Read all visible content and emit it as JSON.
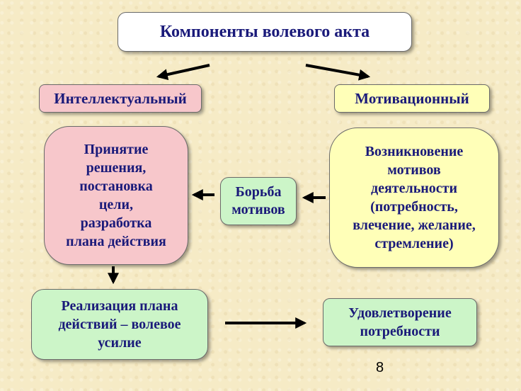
{
  "title": "Компоненты волевого акта",
  "branches": {
    "intellectual": "Интеллектуальный",
    "motivational": "Мотивационный"
  },
  "nodes": {
    "decision": "Принятие\nрешения,\nпостановка\nцели,\nразработка\nплана действия",
    "emergence": "Возникновение\nмотивов\nдеятельности\n(потребность,\nвлечение, желание,\nстремление)",
    "struggle": "Борьба\nмотивов",
    "realization": "Реализация плана\nдействий – волевое\nусилие",
    "satisfaction": "Удовлетворение\nпотребности"
  },
  "page_number": "8",
  "colors": {
    "background": "#f6ebc6",
    "text": "#1a1a7a",
    "pink": "#f7c7cb",
    "yellow": "#ffffb8",
    "green": "#ccf5c8",
    "arrow": "#000000"
  }
}
